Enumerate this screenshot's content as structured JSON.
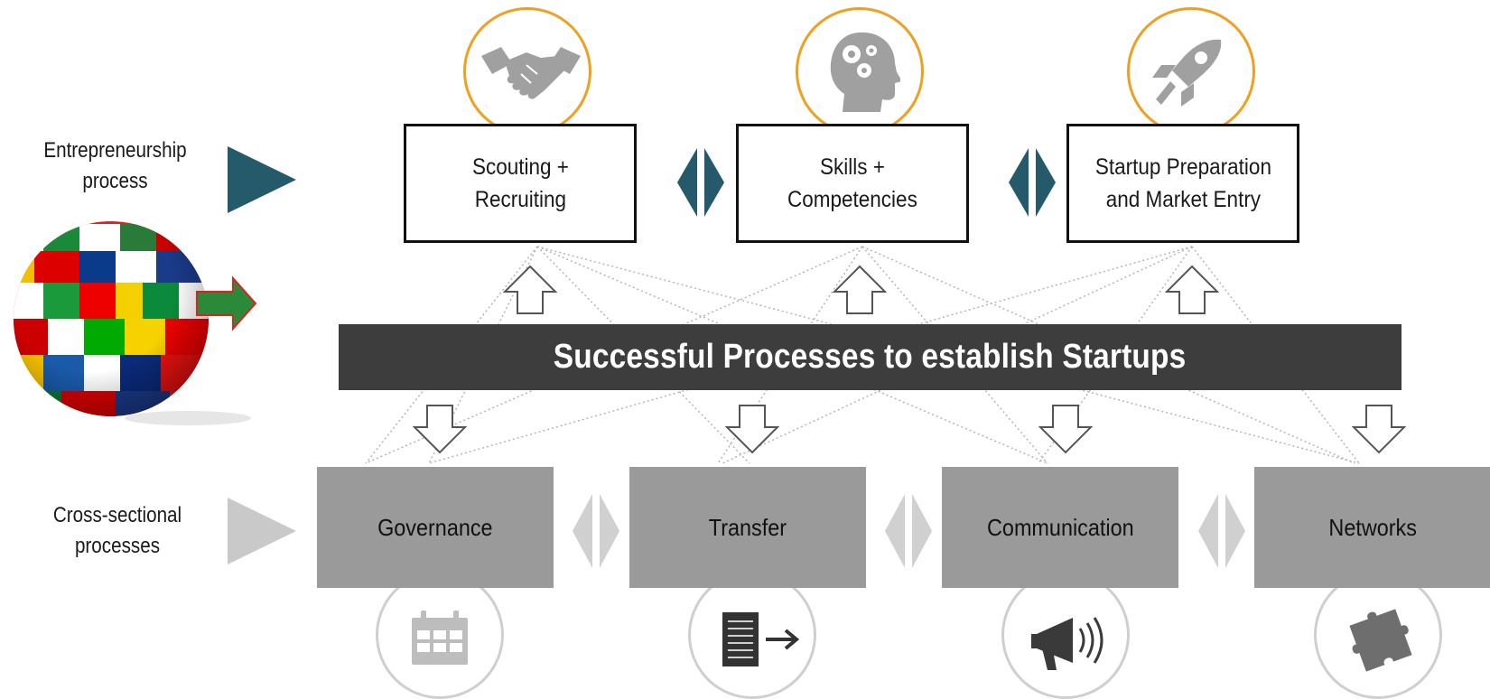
{
  "labels": {
    "entrepreneurship": [
      "Entrepreneurship",
      "process"
    ],
    "cross_sectional": [
      "Cross-sectional",
      "processes"
    ]
  },
  "top_steps": [
    {
      "line1": "Scouting +",
      "line2": "Recruiting",
      "icon": "handshake-icon"
    },
    {
      "line1": "Skills +",
      "line2": "Competencies",
      "icon": "head-gears-icon"
    },
    {
      "line1": "Startup Preparation",
      "line2": "and Market Entry",
      "icon": "rocket-icon"
    }
  ],
  "banner": "Successful Processes to establish Startups",
  "bottom_steps": [
    {
      "label": "Governance",
      "icon": "calendar-icon"
    },
    {
      "label": "Transfer",
      "icon": "document-arrow-icon"
    },
    {
      "label": "Communication",
      "icon": "megaphone-icon"
    },
    {
      "label": "Networks",
      "icon": "puzzle-piece-icon"
    }
  ],
  "decorations": {
    "globe": "flag-globe-image"
  },
  "colors": {
    "teal": "#245a6a",
    "orange": "#f0a020",
    "banner": "#3d3d3d",
    "box_gray": "#9a9a9a",
    "light_gray": "#cfcfcf"
  }
}
